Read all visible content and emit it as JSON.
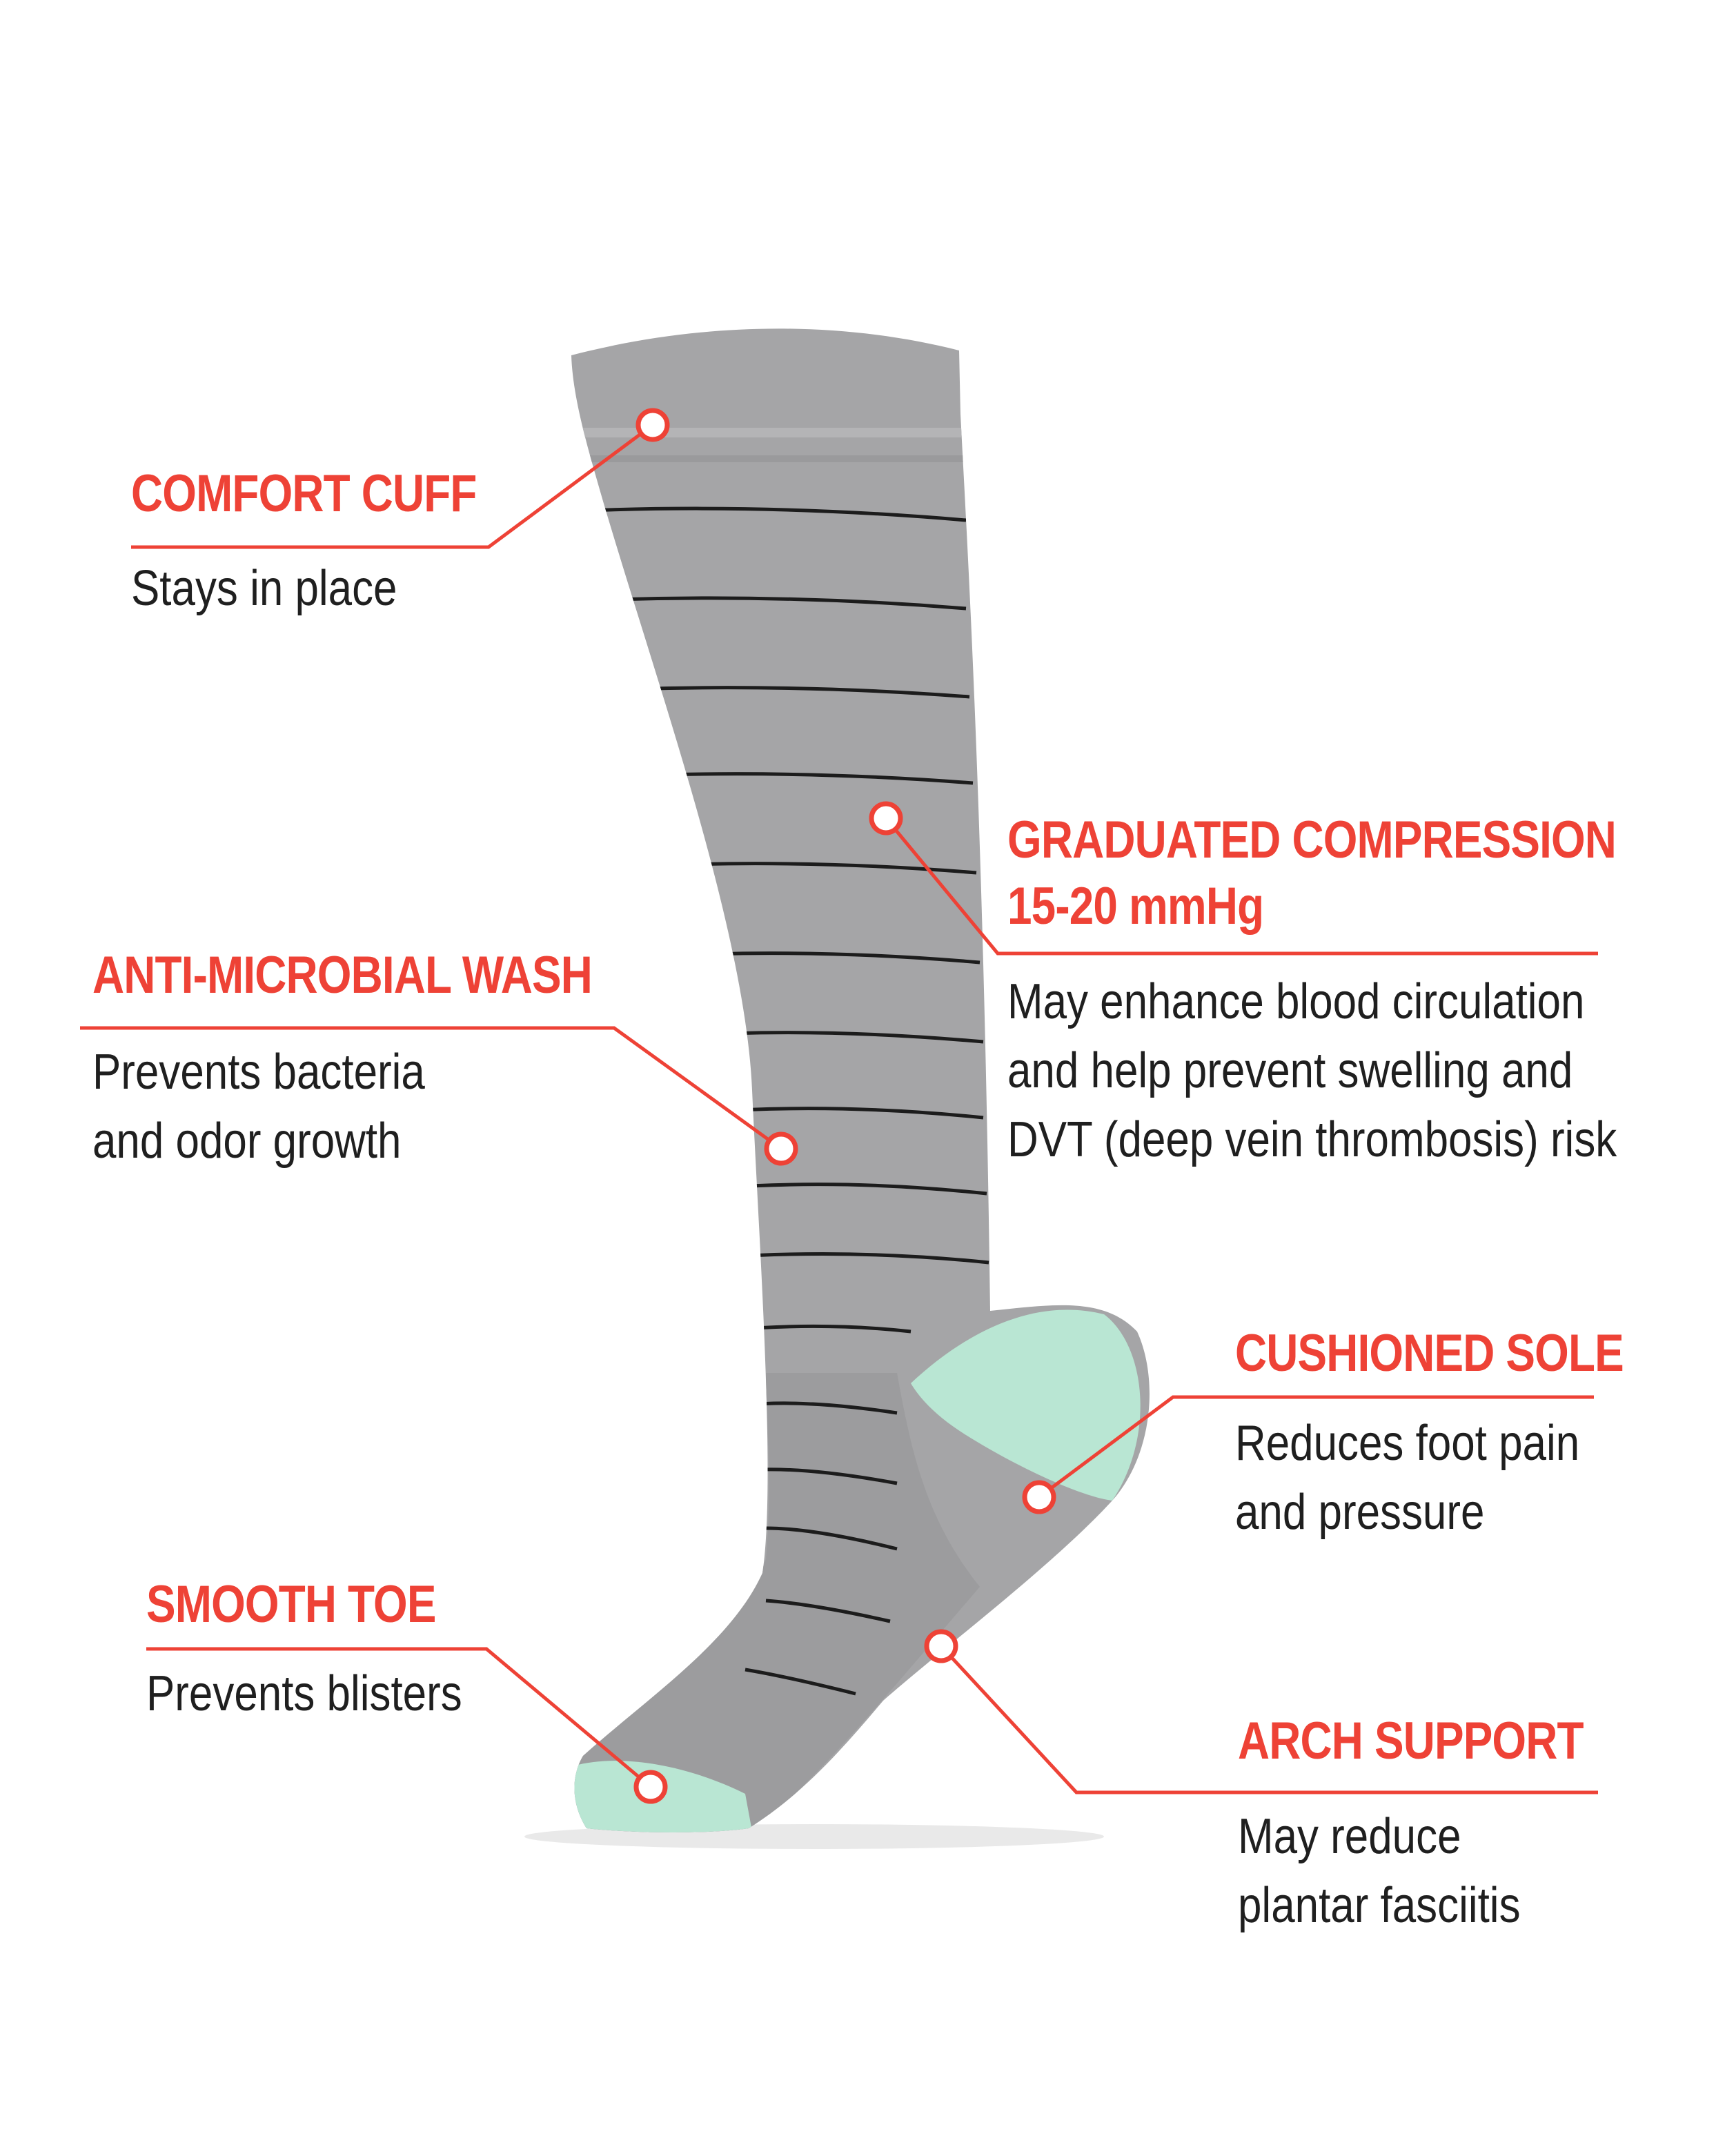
{
  "colors": {
    "accent": "#ee4236",
    "sock_gray": "#a5a5a7",
    "sock_heel_toe": "#b9e6d3",
    "stripe": "#1c1c1c",
    "text": "#1f1f1f"
  },
  "callouts": {
    "comfort_cuff": {
      "title": "COMFORT CUFF",
      "desc": [
        "Stays in place"
      ]
    },
    "graduated_compression": {
      "title": [
        "GRADUATED COMPRESSION",
        "15-20 mmHg"
      ],
      "desc": [
        "May enhance blood circulation",
        "and help prevent swelling and",
        "DVT (deep vein thrombosis) risk"
      ]
    },
    "anti_microbial": {
      "title": "ANTI-MICROBIAL WASH",
      "desc": [
        "Prevents bacteria",
        "and odor growth"
      ]
    },
    "cushioned_sole": {
      "title": "CUSHIONED SOLE",
      "desc": [
        "Reduces foot pain",
        "and pressure"
      ]
    },
    "smooth_toe": {
      "title": "SMOOTH TOE",
      "desc": [
        "Prevents blisters"
      ]
    },
    "arch_support": {
      "title": "ARCH SUPPORT",
      "desc": [
        "May reduce",
        "plantar fasciitis"
      ]
    }
  }
}
